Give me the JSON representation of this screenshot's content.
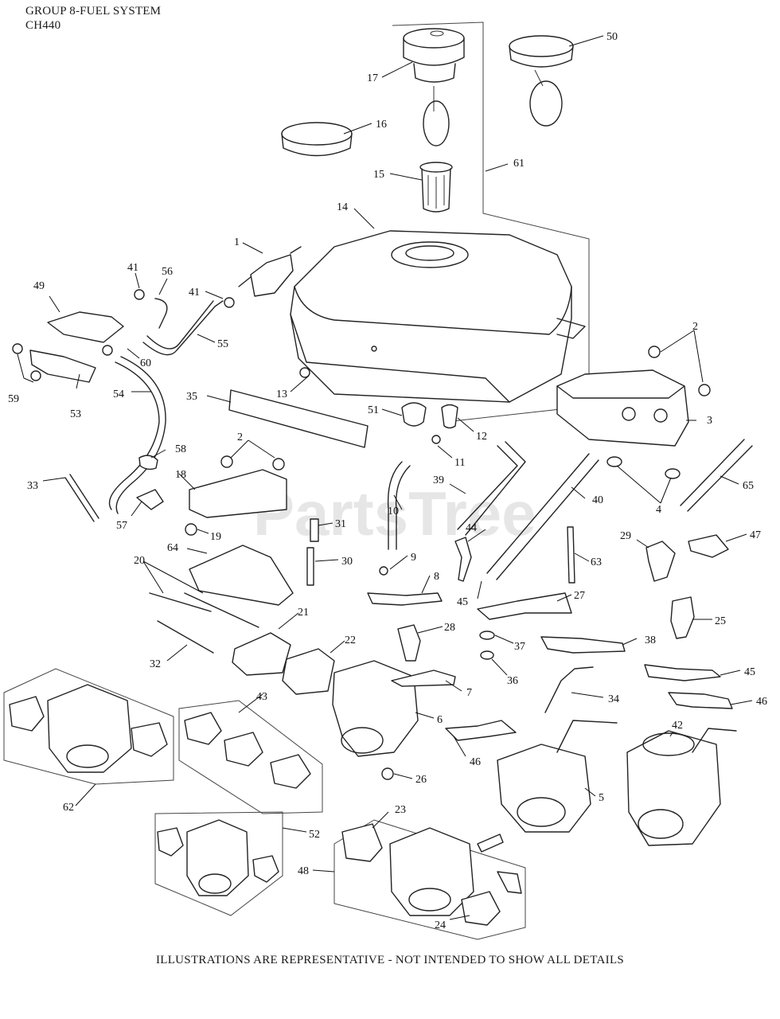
{
  "header": {
    "line1": "GROUP 8-FUEL SYSTEM",
    "line2": "CH440"
  },
  "watermark": "PartsTree",
  "footer": "ILLUSTRATIONS ARE REPRESENTATIVE - NOT INTENDED TO SHOW ALL DETAILS",
  "callouts": [
    "1",
    "2",
    "3",
    "4",
    "5",
    "6",
    "7",
    "8",
    "9",
    "10",
    "11",
    "12",
    "13",
    "14",
    "15",
    "16",
    "17",
    "18",
    "19",
    "20",
    "21",
    "22",
    "23",
    "24",
    "25",
    "26",
    "27",
    "28",
    "29",
    "30",
    "31",
    "32",
    "33",
    "34",
    "35",
    "36",
    "37",
    "38",
    "39",
    "40",
    "41",
    "42",
    "43",
    "44",
    "45",
    "46",
    "47",
    "48",
    "49",
    "50",
    "51",
    "52",
    "53",
    "54",
    "55",
    "56",
    "57",
    "58",
    "59",
    "60",
    "61",
    "62",
    "63",
    "64",
    "65"
  ]
}
